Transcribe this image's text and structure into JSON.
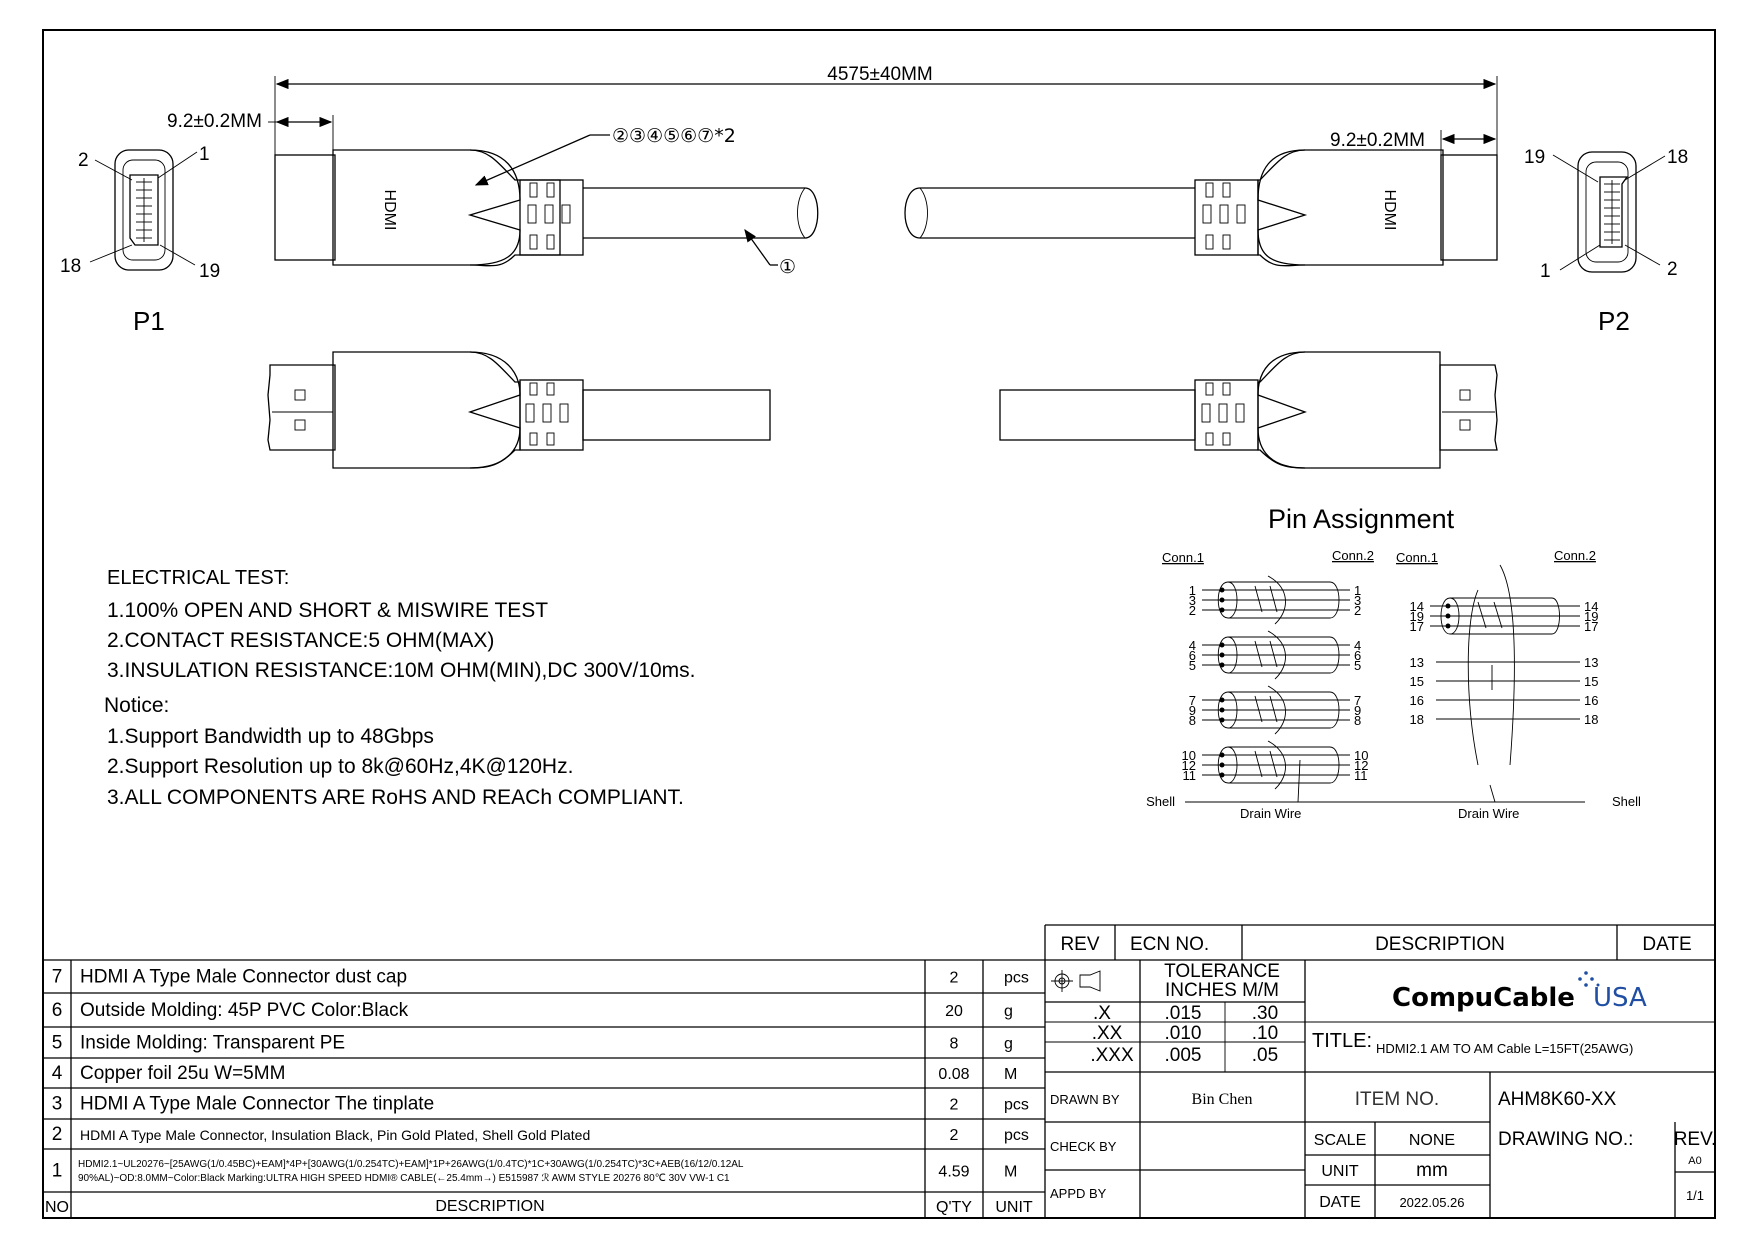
{
  "dims": {
    "overall_length": "4575±40MM",
    "left_pitch": "9.2±0.2MM",
    "right_pitch": "9.2±0.2MM",
    "callout_parts": "②③④⑤⑥⑦*2",
    "callout_cable": "①"
  },
  "connectors": {
    "p1_label": "P1",
    "p2_label": "P2",
    "p1_pins": {
      "top_left": "2",
      "top_right": "1",
      "bottom_left": "18",
      "bottom_right": "19"
    },
    "p2_pins": {
      "top_left": "19",
      "top_right": "18",
      "bottom_left": "1",
      "bottom_right": "2"
    },
    "logo": "HDMI"
  },
  "electrical_test": {
    "heading": "ELECTRICAL TEST:",
    "items": [
      "1.100% OPEN AND SHORT & MISWIRE TEST",
      "2.CONTACT RESISTANCE:5 OHM(MAX)",
      "3.INSULATION RESISTANCE:10M OHM(MIN),DC 300V/10ms."
    ]
  },
  "notice": {
    "heading": "Notice:",
    "items": [
      "1.Support Bandwidth up to 48Gbps",
      "2.Support Resolution up to 8k@60Hz,4K@120Hz.",
      "3.ALL COMPONENTS ARE RoHS AND REACh COMPLIANT."
    ]
  },
  "pin_assignment": {
    "title": "Pin Assignment",
    "conn1": "Conn.1",
    "conn2": "Conn.2",
    "shell": "Shell",
    "drain_wire": "Drain Wire",
    "left_groups": [
      [
        "1",
        "3",
        "2"
      ],
      [
        "4",
        "6",
        "5"
      ],
      [
        "7",
        "9",
        "8"
      ],
      [
        "10",
        "12",
        "11"
      ]
    ],
    "right_pair": [
      "14",
      "19",
      "17"
    ],
    "right_singles": [
      "13",
      "15",
      "16",
      "18"
    ]
  },
  "bom": {
    "headers": {
      "no": "NO",
      "description": "DESCRIPTION",
      "qty": "Q'TY",
      "unit": "UNIT"
    },
    "rows": [
      {
        "no": "7",
        "description": "HDMI A Type Male Connector dust cap",
        "qty": "2",
        "unit": "pcs"
      },
      {
        "no": "6",
        "description": "Outside Molding: 45P PVC Color:Black",
        "qty": "20",
        "unit": "g"
      },
      {
        "no": "5",
        "description": "Inside Molding: Transparent PE",
        "qty": "8",
        "unit": "g"
      },
      {
        "no": "4",
        "description": "Copper foil 25u W=5MM",
        "qty": "0.08",
        "unit": "M"
      },
      {
        "no": "3",
        "description": "HDMI A Type Male Connector The tinplate",
        "qty": "2",
        "unit": "pcs"
      },
      {
        "no": "2",
        "description": "HDMI A Type Male Connector, Insulation Black, Pin Gold Plated, Shell Gold Plated",
        "qty": "2",
        "unit": "pcs"
      },
      {
        "no": "1",
        "description": "HDMI2.1~UL20276~[25AWG(1/0.45BC)+EAM]*4P+[30AWG(1/0.254TC)+EAM]*1P+26AWG(1/0.4TC)*1C+30AWG(1/0.254TC)*3C+AEB(16/12/0.12AL",
        "description2": "90%AL)~OD:8.0MM~Color:Black Marking:ULTRA HIGH SPEED HDMI® CABLE(←25.4mm→) E515987 ℛ AWM STYLE 20276 80℃ 30V VW-1 C1",
        "qty": "4.59",
        "unit": "M"
      }
    ]
  },
  "title_block": {
    "rev_label": "REV",
    "ecn_label": "ECN NO.",
    "desc_label": "DESCRIPTION",
    "date_label": "DATE",
    "tolerance_label": "TOLERANCE",
    "inches_mm_label": "INCHES  M/M",
    "tolerances": [
      {
        "place": ".X",
        "inch": ".015",
        "mm": ".30"
      },
      {
        "place": ".XX",
        "inch": ".010",
        "mm": ".10"
      },
      {
        "place": ".XXX",
        "inch": ".005",
        "mm": ".05"
      }
    ],
    "company_main": "CompuCable",
    "company_suffix": "USA",
    "title_label": "TITLE:",
    "title_value": "HDMI2.1  AM  TO  AM  Cable  L=15FT(25AWG)",
    "drawn_by_label": "DRAWN BY",
    "drawn_by_value": "Bin Chen",
    "check_by_label": "CHECK BY",
    "appd_by_label": "APPD BY",
    "item_no_label": "ITEM NO.",
    "item_no_value": "AHM8K60-XX",
    "scale_label": "SCALE",
    "scale_value": "NONE",
    "unit_label": "UNIT",
    "unit_value": "mm",
    "date_row_label": "DATE",
    "date_value": "2022.05.26",
    "drawing_no_label": "DRAWING NO.:",
    "rev_short": "REV.",
    "rev_value": "A0",
    "sheet_value": "1/1"
  },
  "colors": {
    "ink": "#000000",
    "accent_blue": "#1f4ea3",
    "paper": "#ffffff"
  }
}
